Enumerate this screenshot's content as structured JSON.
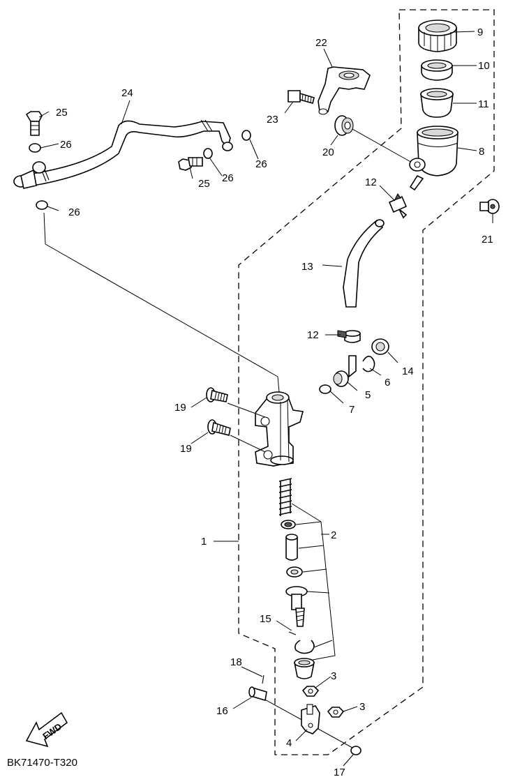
{
  "diagram_code": "BK71470-T320",
  "fwd_label": "FWD",
  "callouts": {
    "c1": "1",
    "c2": "2",
    "c3a": "3",
    "c3b": "3",
    "c4": "4",
    "c5": "5",
    "c6": "6",
    "c7": "7",
    "c8": "8",
    "c9": "9",
    "c10": "10",
    "c11": "11",
    "c12a": "12",
    "c12b": "12",
    "c13": "13",
    "c14": "14",
    "c15": "15",
    "c16": "16",
    "c17": "17",
    "c18": "18",
    "c19a": "19",
    "c19b": "19",
    "c20": "20",
    "c21": "21",
    "c22": "22",
    "c23": "23",
    "c24": "24",
    "c25a": "25",
    "c25b": "25",
    "c26a": "26",
    "c26b": "26",
    "c26c": "26",
    "c26d": "26"
  }
}
